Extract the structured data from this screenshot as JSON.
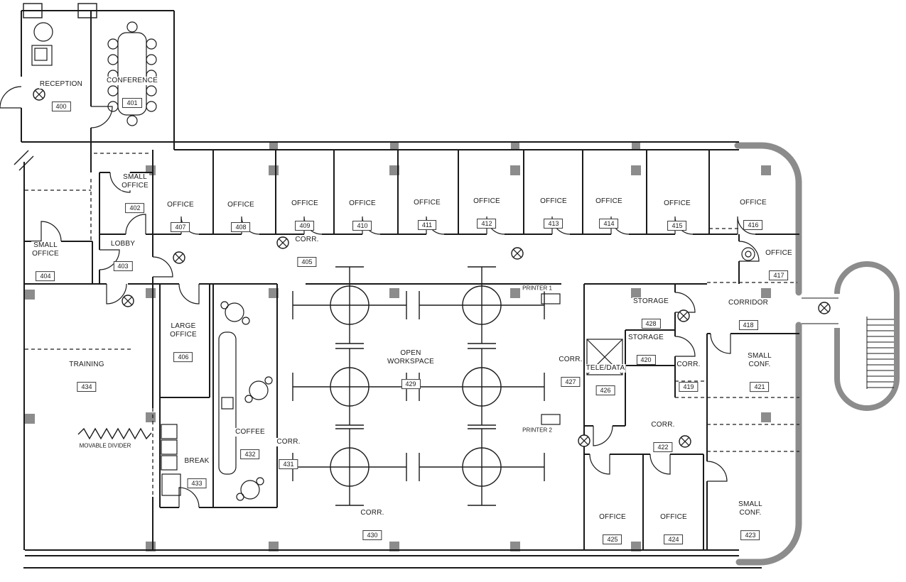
{
  "colors": {
    "wall": "#1a1a1a",
    "column": "#8c8c8c",
    "shell_gray": "#8c8c8c",
    "background": "#ffffff"
  },
  "rooms": [
    {
      "id": "reception",
      "name": "RECEPTION",
      "number": "400"
    },
    {
      "id": "conference",
      "name": "CONFERENCE",
      "number": "401"
    },
    {
      "id": "small-office-402",
      "name": "SMALL\nOFFICE",
      "number": "402"
    },
    {
      "id": "lobby",
      "name": "LOBBY",
      "number": "403"
    },
    {
      "id": "small-office-404",
      "name": "SMALL\nOFFICE",
      "number": "404"
    },
    {
      "id": "corr-405",
      "name": "CORR.",
      "number": "405"
    },
    {
      "id": "large-office-406",
      "name": "LARGE\nOFFICE",
      "number": "406"
    },
    {
      "id": "office-407",
      "name": "OFFICE",
      "number": "407"
    },
    {
      "id": "office-408",
      "name": "OFFICE",
      "number": "408"
    },
    {
      "id": "office-409",
      "name": "OFFICE",
      "number": "409"
    },
    {
      "id": "office-410",
      "name": "OFFICE",
      "number": "410"
    },
    {
      "id": "office-411",
      "name": "OFFICE",
      "number": "411"
    },
    {
      "id": "office-412",
      "name": "OFFICE",
      "number": "412"
    },
    {
      "id": "office-413",
      "name": "OFFICE",
      "number": "413"
    },
    {
      "id": "office-414",
      "name": "OFFICE",
      "number": "414"
    },
    {
      "id": "office-415",
      "name": "OFFICE",
      "number": "415"
    },
    {
      "id": "office-416",
      "name": "OFFICE",
      "number": "416"
    },
    {
      "id": "office-417",
      "name": "OFFICE",
      "number": "417"
    },
    {
      "id": "corridor-418",
      "name": "CORRIDOR",
      "number": "418"
    },
    {
      "id": "corr-419",
      "name": "CORR.",
      "number": "419"
    },
    {
      "id": "storage-420",
      "name": "STORAGE",
      "number": "420"
    },
    {
      "id": "small-conf-421",
      "name": "SMALL\nCONF.",
      "number": "421"
    },
    {
      "id": "corr-422",
      "name": "CORR.",
      "number": "422"
    },
    {
      "id": "small-conf-423",
      "name": "SMALL\nCONF.",
      "number": "423"
    },
    {
      "id": "office-424",
      "name": "OFFICE",
      "number": "424"
    },
    {
      "id": "office-425",
      "name": "OFFICE",
      "number": "425"
    },
    {
      "id": "tele-data-426",
      "name": "TELE/DATA",
      "number": "426"
    },
    {
      "id": "corr-427",
      "name": "CORR.",
      "number": "427"
    },
    {
      "id": "storage-428",
      "name": "STORAGE",
      "number": "428"
    },
    {
      "id": "open-workspace",
      "name": "OPEN\nWORKSPACE",
      "number": "429"
    },
    {
      "id": "corr-430",
      "name": "CORR.",
      "number": "430"
    },
    {
      "id": "corr-431",
      "name": "CORR.",
      "number": "431"
    },
    {
      "id": "coffee-432",
      "name": "COFFEE",
      "number": "432"
    },
    {
      "id": "break-433",
      "name": "BREAK",
      "number": "433"
    },
    {
      "id": "training-434",
      "name": "TRAINING",
      "number": "434"
    }
  ],
  "annotations": {
    "movable_divider": "MOVABLE DIVIDER",
    "printer_1": "PRINTER 1",
    "printer_2": "PRINTER 2"
  }
}
